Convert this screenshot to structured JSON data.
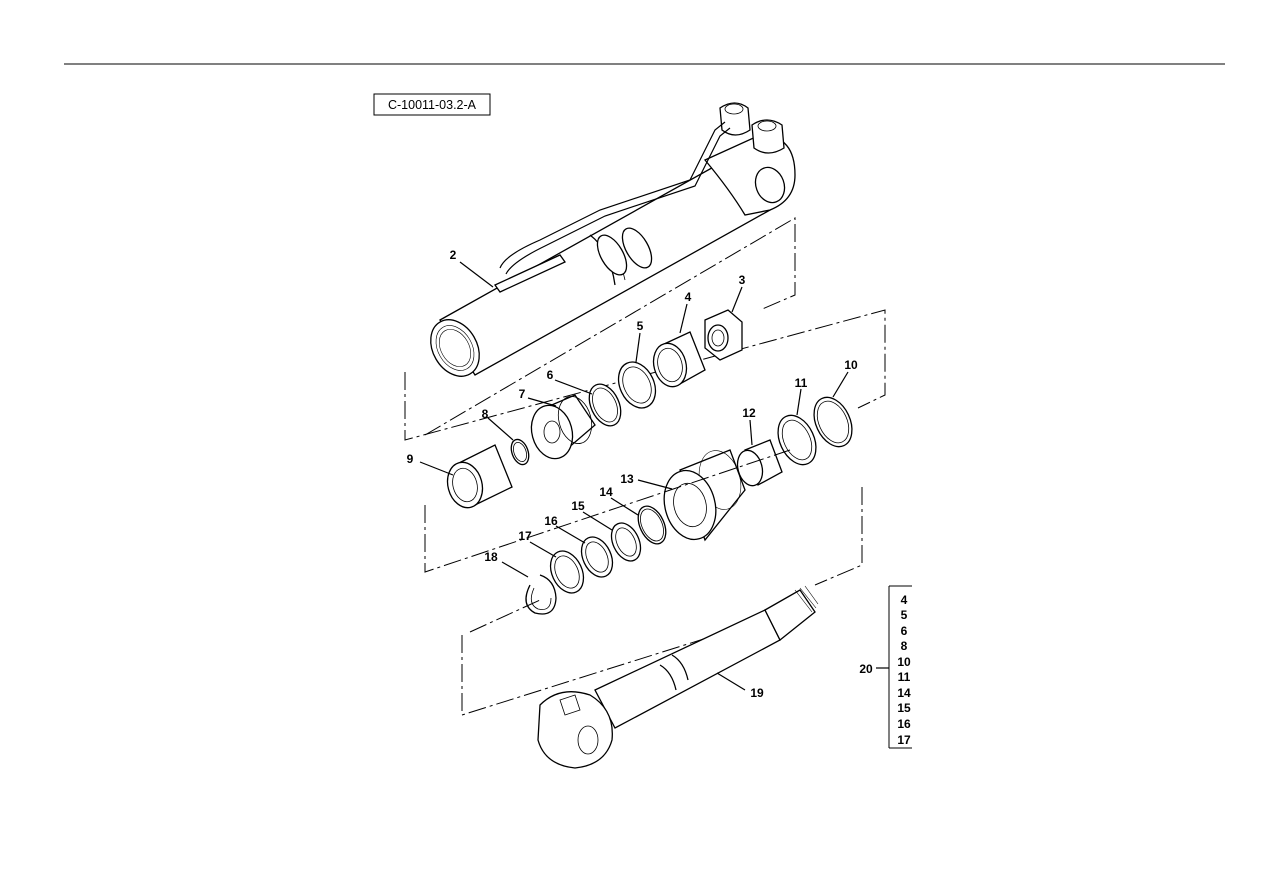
{
  "figure_id": "C-10011-03.2-A",
  "callouts": [
    {
      "id": "2",
      "label": "2"
    },
    {
      "id": "3",
      "label": "3"
    },
    {
      "id": "4",
      "label": "4"
    },
    {
      "id": "5",
      "label": "5"
    },
    {
      "id": "6",
      "label": "6"
    },
    {
      "id": "7",
      "label": "7"
    },
    {
      "id": "8",
      "label": "8"
    },
    {
      "id": "9",
      "label": "9"
    },
    {
      "id": "10",
      "label": "10"
    },
    {
      "id": "11",
      "label": "11"
    },
    {
      "id": "12",
      "label": "12"
    },
    {
      "id": "13",
      "label": "13"
    },
    {
      "id": "14",
      "label": "14"
    },
    {
      "id": "15",
      "label": "15"
    },
    {
      "id": "16",
      "label": "16"
    },
    {
      "id": "17",
      "label": "17"
    },
    {
      "id": "18",
      "label": "18"
    },
    {
      "id": "19",
      "label": "19"
    }
  ],
  "kit": {
    "label": "20",
    "items": [
      "4",
      "5",
      "6",
      "8",
      "10",
      "11",
      "14",
      "15",
      "16",
      "17"
    ]
  }
}
